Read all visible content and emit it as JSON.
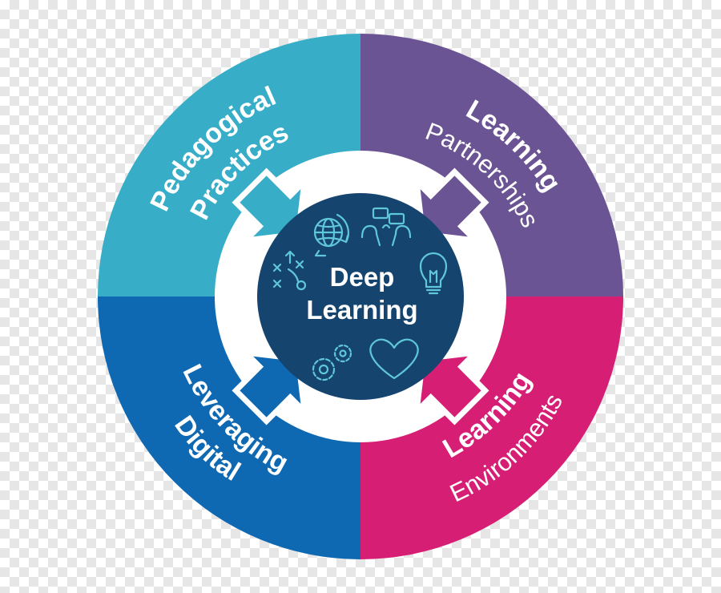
{
  "center": {
    "line1": "Deep",
    "line2": "Learning"
  },
  "quadrants": {
    "pedagogical": {
      "line1": "Pedagogical",
      "line2": "Practices",
      "color": "#37adc7"
    },
    "partnerships": {
      "line1": "Learning",
      "line2": "Partnerships",
      "color": "#6b5494"
    },
    "digital": {
      "line1": "Leveraging",
      "line2": "Digital",
      "color": "#0f68b2"
    },
    "environments": {
      "line1": "Learning",
      "line2": "Environments",
      "color": "#d61f74"
    }
  },
  "colors": {
    "hub": "#15446f",
    "icon": "#5fc7d8",
    "gap": "#ffffff"
  },
  "icons": [
    "globe-icon",
    "speech-bubbles-icon",
    "strategy-play-icon",
    "lightbulb-icon",
    "gears-icon",
    "heart-icon"
  ]
}
